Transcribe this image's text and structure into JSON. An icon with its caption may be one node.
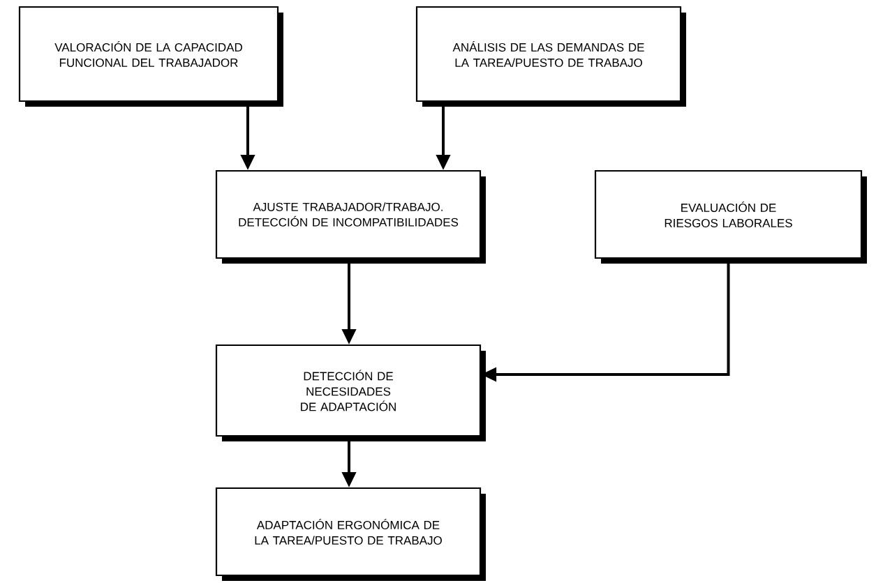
{
  "diagram": {
    "nodes": [
      {
        "text": [
          "VALORACIÓN DE LA CAPACIDAD FUNCIONAL DEL TRABAJADOR"
        ]
      },
      {
        "text": [
          "ANÁLISIS DE LAS DEMANDAS DE LA TAREA/PUESTO DE TRABAJO"
        ]
      },
      {
        "text": [
          "AJUSTE TRABAJADOR/TRABAJO. DETECCIÓN DE INCOMPATIBILIDADES"
        ]
      },
      {
        "text": [
          "EVALUACIÓN DE RIESGOS LABORALES"
        ]
      },
      {
        "text": [
          "DETECCIÓN DE NECESIDADES DE ADAPTACIÓN"
        ]
      },
      {
        "text": [
          "ADAPTACIÓN ERGONÓMICA DE LA TAREA/PUESTO DE TRABAJO"
        ]
      }
    ],
    "edges": [
      {
        "from": 0,
        "to": 2,
        "arrow": "to"
      },
      {
        "from": 1,
        "to": 2,
        "arrow": "to"
      },
      {
        "from": 2,
        "to": 4,
        "arrow": "to"
      },
      {
        "from": 3,
        "to": 4,
        "arrow": "to"
      },
      {
        "from": 4,
        "to": 5,
        "arrow": "to"
      }
    ]
  }
}
